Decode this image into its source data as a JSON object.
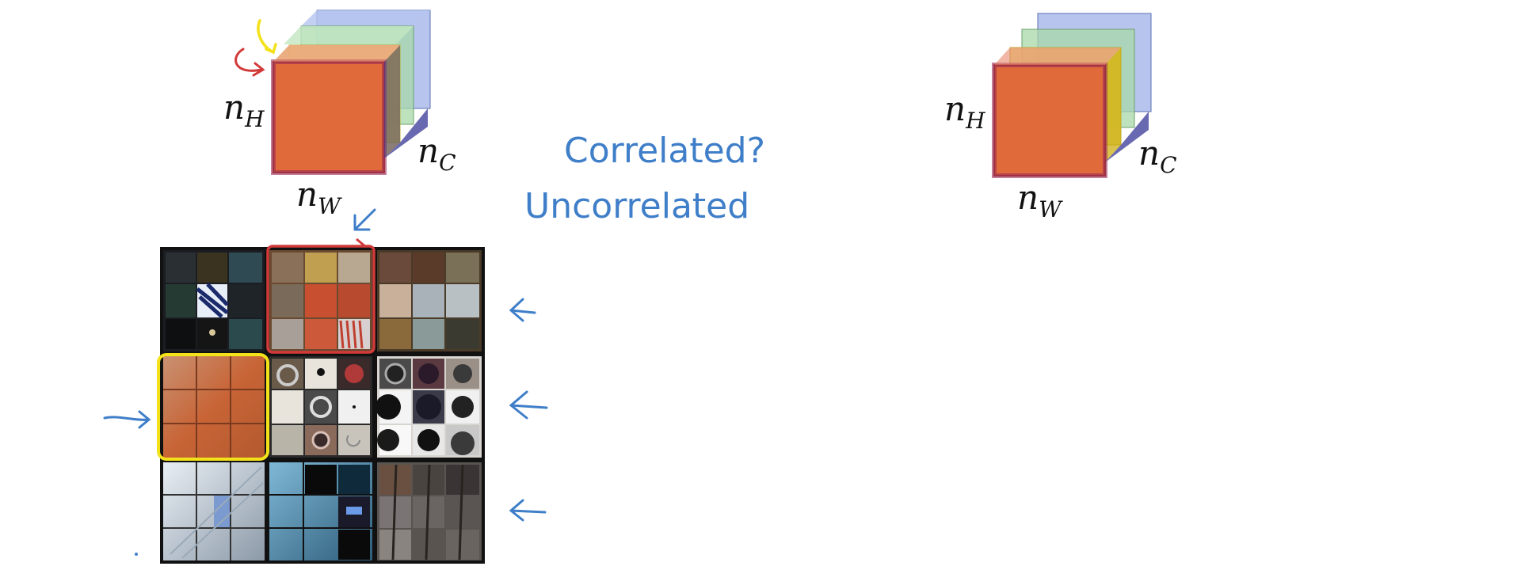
{
  "slide": {
    "volume_left": {
      "h_label": "n",
      "h_sub": "H",
      "w_label": "n",
      "w_sub": "W",
      "c_label": "n",
      "c_sub": "C"
    },
    "volume_right": {
      "h_label": "n",
      "h_sub": "H",
      "w_label": "n",
      "w_sub": "W",
      "c_label": "n",
      "c_sub": "C"
    },
    "notes": {
      "correlated": "Correlated?",
      "uncorrelated": "Uncorrelated"
    },
    "colors": {
      "channel_orange": "#e06a3a",
      "channel_yellow": "#e8e07a",
      "channel_green": "#a8d8a8",
      "channel_blue": "#9fb2e8",
      "ink_blue": "#3f7ec8",
      "ink_red": "#d23a3a",
      "ink_yellow": "#f3e11a"
    },
    "grid": {
      "rows": 3,
      "cols": 3,
      "highlight_red_cell": "row 1, col 2",
      "highlight_yellow_cell": "row 2, col 1"
    }
  }
}
